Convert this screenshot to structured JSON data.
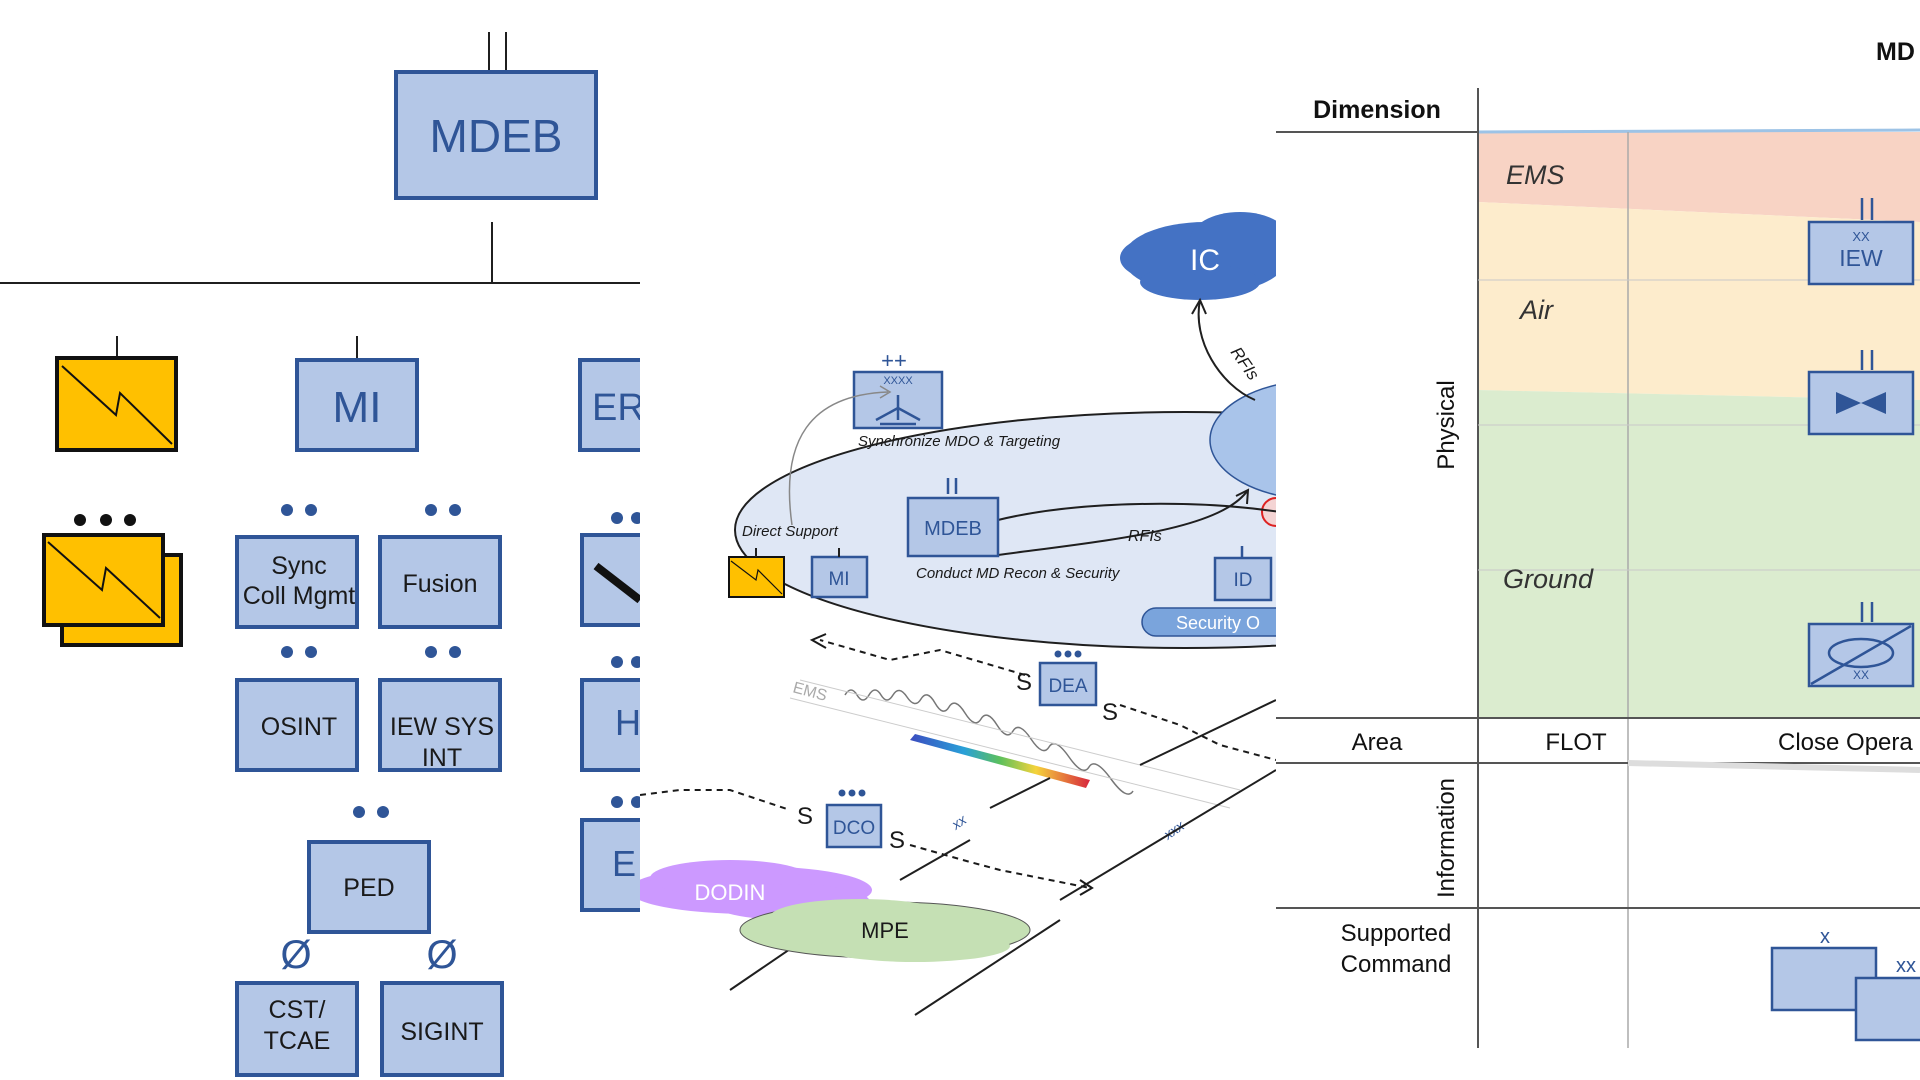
{
  "left": {
    "top_unit": "MDEB",
    "mi": "MI",
    "er_fragment": "ER",
    "h_fragment": "H",
    "e_fragment": "E",
    "sync_line1": "Sync",
    "sync_line2": "Coll Mgmt",
    "fusion": "Fusion",
    "osint": "OSINT",
    "iew_line1": "IEW SYS",
    "iew_line2": "INT",
    "ped": "PED",
    "cst_line1": "CST/",
    "cst_line2": "TCAE",
    "sigint": "SIGINT",
    "null_symbol": "Ø"
  },
  "middle": {
    "ic": "IC",
    "rfis_top": "RFIs",
    "rfis_bottom": "RFIs",
    "xxxx": "XXXX",
    "plus": "++",
    "sync_label": "Synchronize MDO & Targeting",
    "mdeb": "MDEB",
    "recon_label": "Conduct MD Recon & Security",
    "id": "ID",
    "security": "Security O",
    "direct_support": "Direct Support",
    "mi": "MI",
    "dea": "DEA",
    "dco": "DCO",
    "s": "S",
    "ems": "EMS",
    "xx": "xx",
    "xxx": "xxx",
    "dodin": "DODIN",
    "mpe": "MPE"
  },
  "right": {
    "title_fragment": "MD",
    "dimension": "Dimension",
    "ems": "EMS",
    "air": "Air",
    "ground": "Ground",
    "physical": "Physical",
    "area": "Area",
    "flot": "FLOT",
    "close": "Close Opera",
    "information": "Information",
    "supported1": "Supported",
    "supported2": "Command",
    "iew": "IEW",
    "xx": "XX",
    "x": "x",
    "xx_lower": "xx"
  },
  "colors": {
    "unit_fill": "#b4c7e7",
    "unit_stroke": "#2f5597",
    "sigint_yellow": "#ffc000",
    "ic_cloud": "#4472c4",
    "dodin": "#cc99ff",
    "mpe": "#c5e0b4",
    "ems_band": "#f8d3c4",
    "air_band": "#fdeccc",
    "ground_band": "#dbeccf"
  }
}
